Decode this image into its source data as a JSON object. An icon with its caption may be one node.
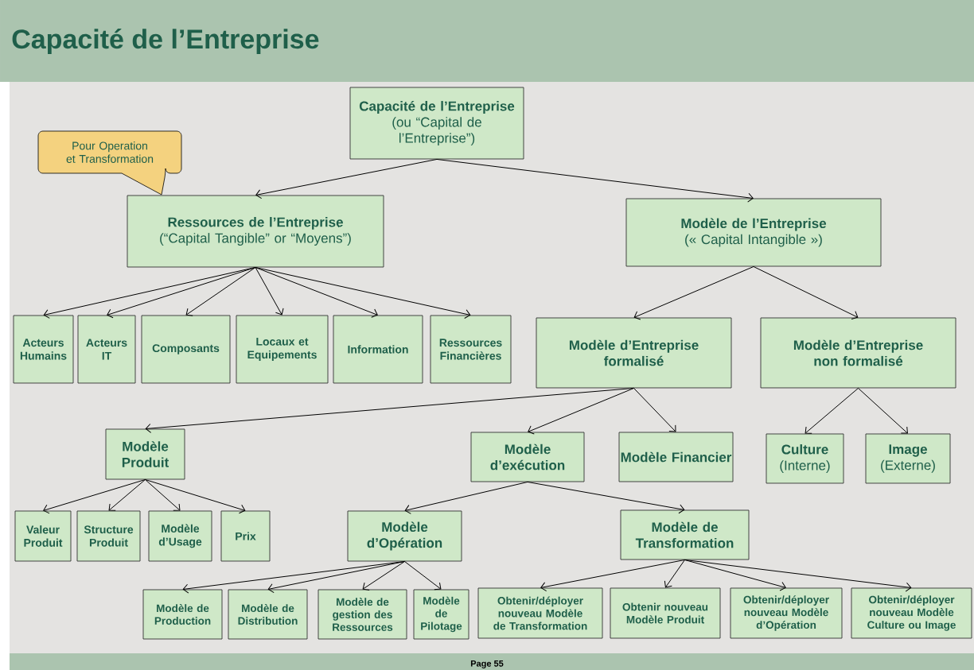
{
  "diagram": {
    "title": "Capacité de l’Entreprise",
    "nodes": [
      {
        "text": [
          "Capacité de l’Entreprise",
          "(ou “Capital de l’Entreprise”)"
        ]
      },
      {
        "text": [
          "Pour Operation et Transformation"
        ]
      },
      {
        "text": [
          "Ressources de l’Entreprise",
          "(“Capital Tangible” or “Moyens”)"
        ]
      },
      {
        "text": [
          "Modèle de l’Entreprise",
          "(« Capital Intangible »)"
        ]
      },
      {
        "text": [
          "Acteurs Humains"
        ]
      },
      {
        "text": [
          "Acteurs IT"
        ]
      },
      {
        "text": [
          "Composants"
        ]
      },
      {
        "text": [
          "Locaux et Equipements"
        ]
      },
      {
        "text": [
          "Information"
        ]
      },
      {
        "text": [
          "Ressources Financières"
        ]
      },
      {
        "text": [
          "Modèle d’Entreprise formalisé"
        ]
      },
      {
        "text": [
          "Modèle d’Entreprise non formalisé"
        ]
      },
      {
        "text": [
          "Modèle Produit"
        ]
      },
      {
        "text": [
          "Modèle d’exécution"
        ]
      },
      {
        "text": [
          "Modèle Financier"
        ]
      },
      {
        "text": [
          "Culture",
          "(Interne)"
        ]
      },
      {
        "text": [
          "Image",
          "(Externe)"
        ]
      },
      {
        "text": [
          "Valeur Produit"
        ]
      },
      {
        "text": [
          "Structure Produit"
        ]
      },
      {
        "text": [
          "Modèle d’Usage"
        ]
      },
      {
        "text": [
          "Prix"
        ]
      },
      {
        "text": [
          "Modèle d’Opération"
        ]
      },
      {
        "text": [
          "Modèle de Transformation"
        ]
      },
      {
        "text": [
          "Modèle de Production"
        ]
      },
      {
        "text": [
          "Modèle de Distribution"
        ]
      },
      {
        "text": [
          "Modèle de gestion des Ressources"
        ]
      },
      {
        "text": [
          "Modèle de Pilotage"
        ]
      },
      {
        "text": [
          "Obtenir/déployer nouveau Modèle de Transformation"
        ]
      },
      {
        "text": [
          "Obtenir nouveau Modèle Produit"
        ]
      },
      {
        "text": [
          "Obtenir/déployer nouveau Modèle d’Opération"
        ]
      },
      {
        "text": [
          "Obtenir/déployer nouveau Modèle Culture ou Image"
        ]
      }
    ],
    "edges": [
      {
        "from": 0,
        "to": 2,
        "arrow": "to"
      },
      {
        "from": 0,
        "to": 3,
        "arrow": "to"
      },
      {
        "from": 2,
        "to": 4,
        "arrow": "to"
      },
      {
        "from": 2,
        "to": 5,
        "arrow": "to"
      },
      {
        "from": 2,
        "to": 6,
        "arrow": "to"
      },
      {
        "from": 2,
        "to": 7,
        "arrow": "to"
      },
      {
        "from": 2,
        "to": 8,
        "arrow": "to"
      },
      {
        "from": 2,
        "to": 9,
        "arrow": "to"
      },
      {
        "from": 3,
        "to": 10,
        "arrow": "to"
      },
      {
        "from": 3,
        "to": 11,
        "arrow": "to"
      },
      {
        "from": 10,
        "to": 12,
        "arrow": "to"
      },
      {
        "from": 10,
        "to": 13,
        "arrow": "to"
      },
      {
        "from": 10,
        "to": 14,
        "arrow": "to"
      },
      {
        "from": 11,
        "to": 15,
        "arrow": "to"
      },
      {
        "from": 11,
        "to": 16,
        "arrow": "to"
      },
      {
        "from": 12,
        "to": 17,
        "arrow": "to"
      },
      {
        "from": 12,
        "to": 18,
        "arrow": "to"
      },
      {
        "from": 12,
        "to": 19,
        "arrow": "to"
      },
      {
        "from": 12,
        "to": 20,
        "arrow": "to"
      },
      {
        "from": 13,
        "to": 21,
        "arrow": "to"
      },
      {
        "from": 13,
        "to": 22,
        "arrow": "to"
      },
      {
        "from": 21,
        "to": 23,
        "arrow": "to"
      },
      {
        "from": 21,
        "to": 24,
        "arrow": "to"
      },
      {
        "from": 21,
        "to": 25,
        "arrow": "to"
      },
      {
        "from": 21,
        "to": 26,
        "arrow": "to"
      },
      {
        "from": 22,
        "to": 27,
        "arrow": "to"
      },
      {
        "from": 22,
        "to": 28,
        "arrow": "to"
      },
      {
        "from": 22,
        "to": 29,
        "arrow": "to"
      },
      {
        "from": 22,
        "to": 30,
        "arrow": "to"
      }
    ],
    "labels": [
      "Page 55"
    ]
  }
}
